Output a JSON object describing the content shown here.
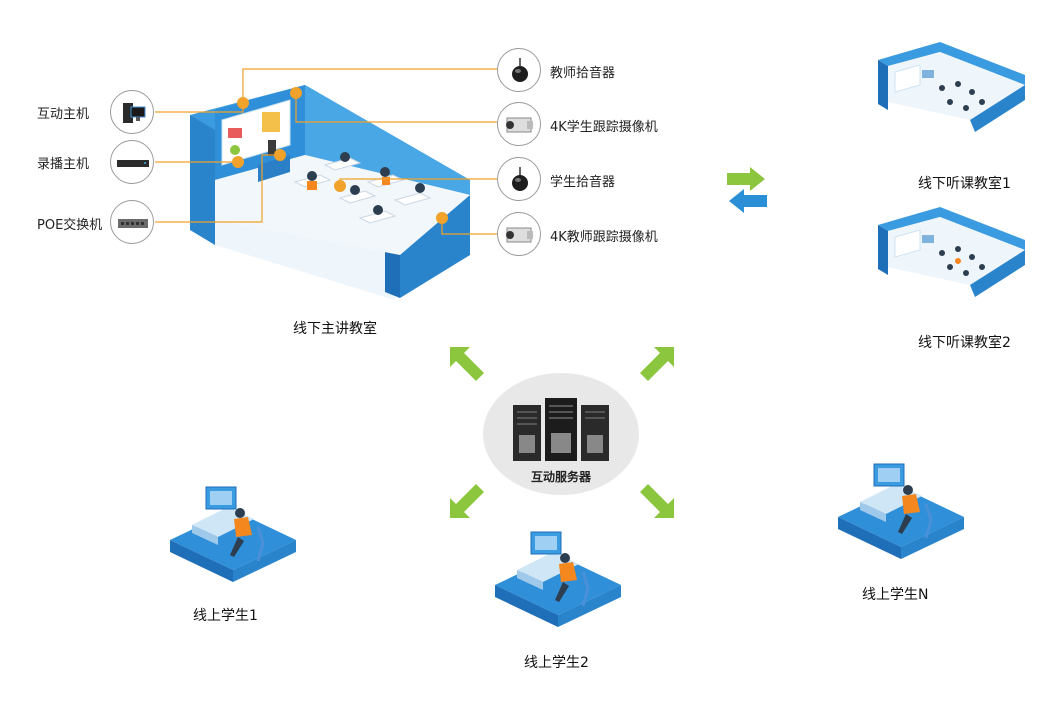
{
  "main_classroom": {
    "title": "线下主讲教室",
    "left_devices": [
      {
        "label": "互动主机",
        "icon": "pc-tower-icon"
      },
      {
        "label": "录播主机",
        "icon": "recorder-icon"
      },
      {
        "label": "POE交换机",
        "icon": "switch-icon"
      }
    ],
    "right_devices": [
      {
        "label": "教师拾音器",
        "icon": "microphone-icon"
      },
      {
        "label": "4K学生跟踪摄像机",
        "icon": "camera-icon"
      },
      {
        "label": "学生拾音器",
        "icon": "microphone-icon"
      },
      {
        "label": "4K教师跟踪摄像机",
        "icon": "camera-icon"
      }
    ]
  },
  "remote_classrooms": [
    {
      "label": "线下听课教室1"
    },
    {
      "label": "线下听课教室2"
    }
  ],
  "server": {
    "label": "互动服务器",
    "icon": "server-rack-icon"
  },
  "online_students": [
    {
      "label": "线上学生1"
    },
    {
      "label": "线上学生2"
    },
    {
      "label": "线上学生N"
    }
  ],
  "colors": {
    "wall_blue": "#2f8fd8",
    "wall_dark": "#1f6fb8",
    "floor": "#e8f2fa",
    "connector_orange": "#f0a22a",
    "arrow_green": "#8cc63f",
    "arrow_blue": "#2a8fd6",
    "shirt_orange": "#f5871f"
  }
}
